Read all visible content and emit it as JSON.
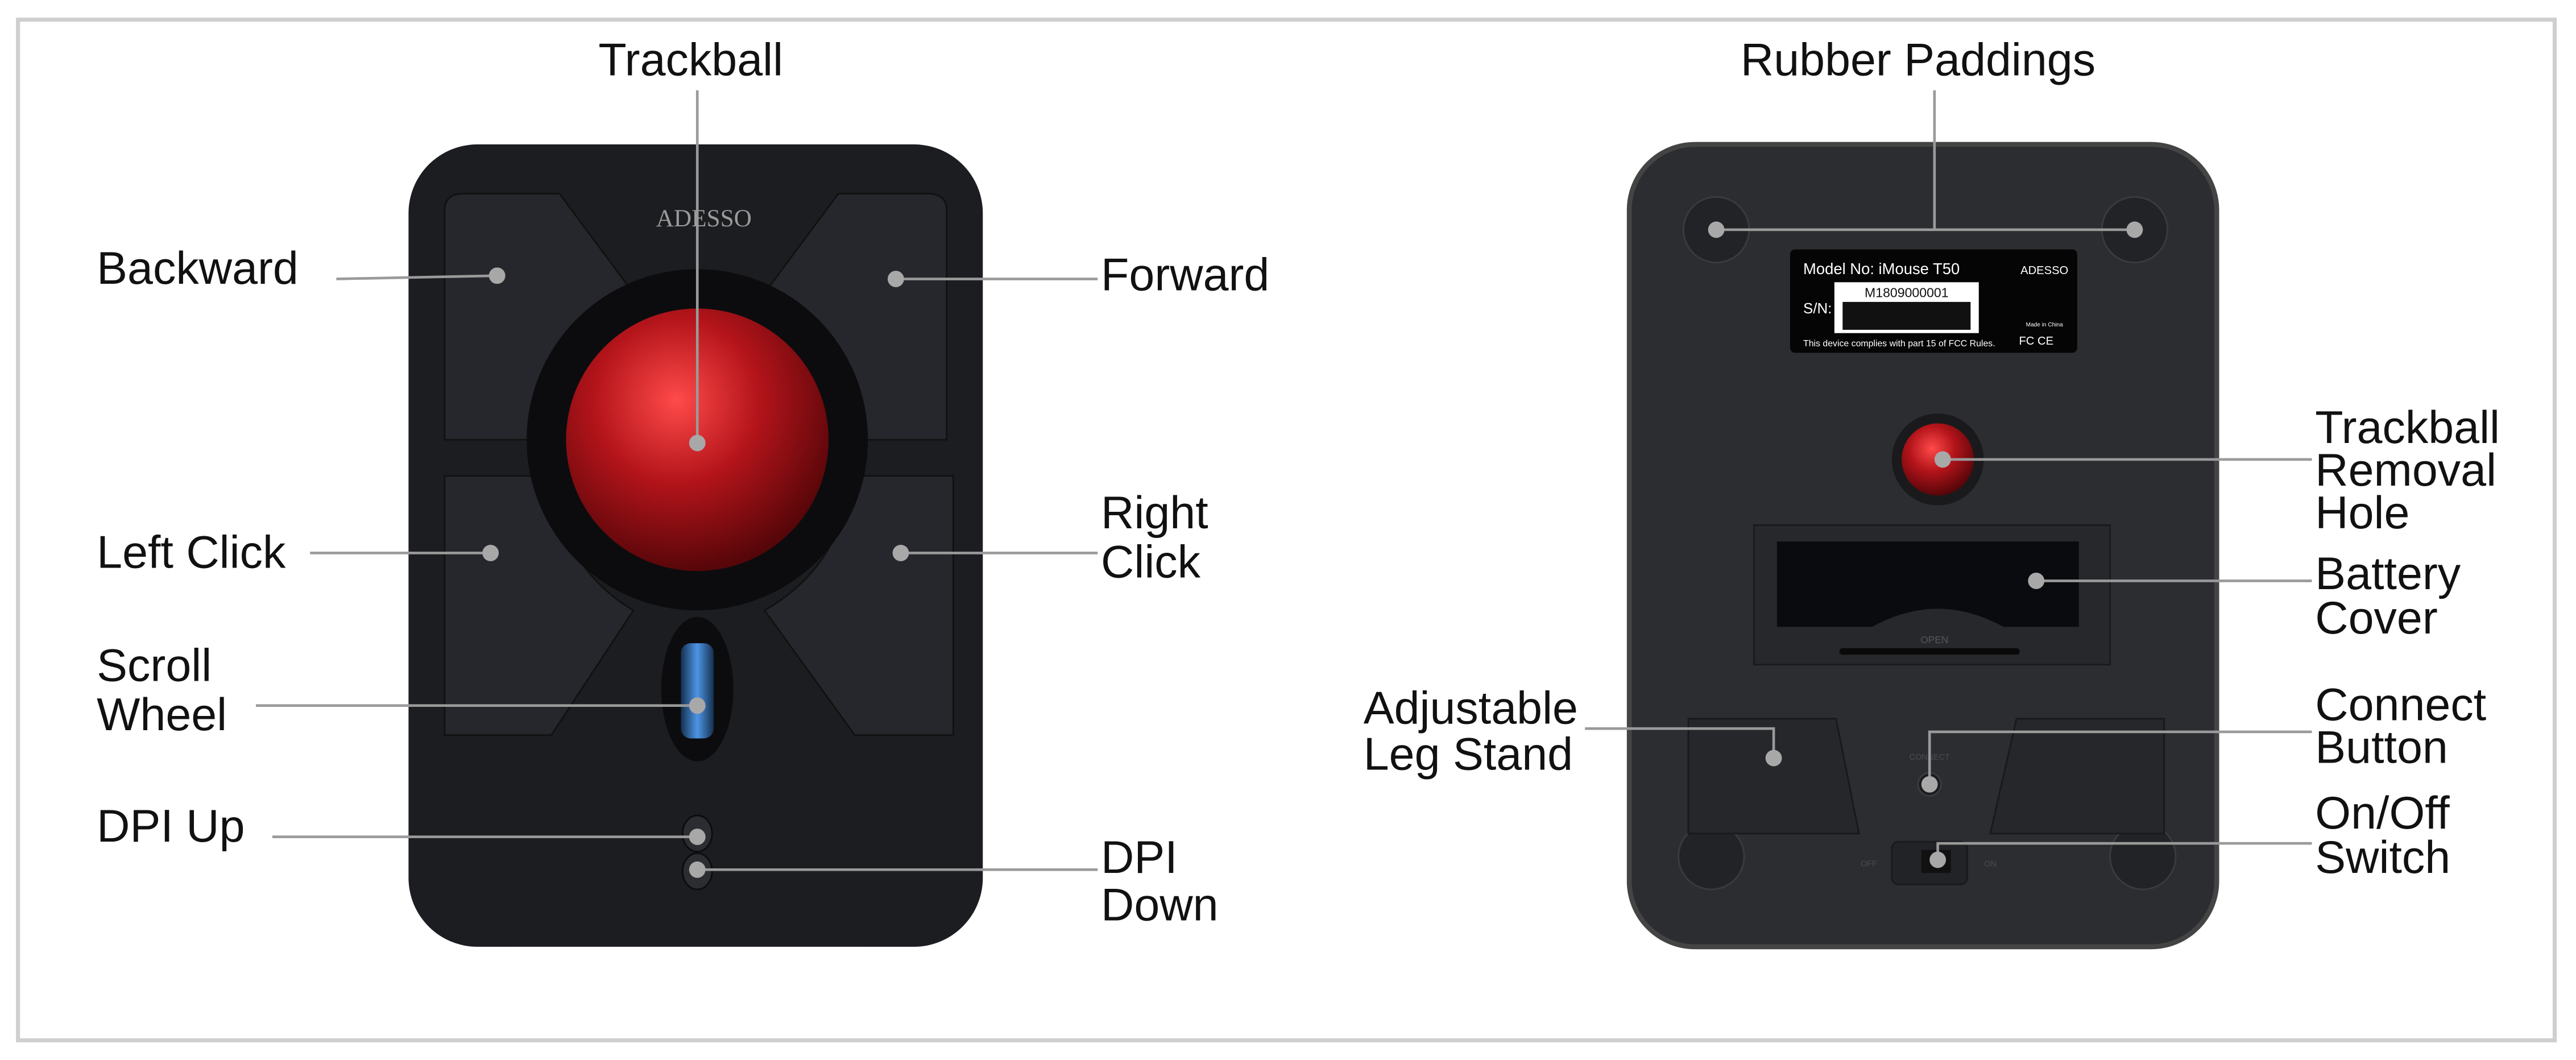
{
  "front": {
    "labels": {
      "trackball": "Trackball",
      "backward": "Backward",
      "forward": "Forward",
      "left_click": "Left Click",
      "right_click": [
        "Right",
        "Click"
      ],
      "scroll_wheel": [
        "Scroll",
        "Wheel"
      ],
      "dpi_up": "DPI Up",
      "dpi_down": [
        "DPI",
        "Down"
      ]
    },
    "logo": "ADESSO"
  },
  "back": {
    "labels": {
      "rubber_paddings": "Rubber Paddings",
      "trackball_removal_hole": [
        "Trackball",
        "Removal",
        "Hole"
      ],
      "battery_cover": [
        "Battery",
        "Cover"
      ],
      "adjustable_leg_stand": [
        "Adjustable",
        "Leg Stand"
      ],
      "connect_button": [
        "Connect",
        "Button"
      ],
      "on_off_switch": [
        "On/Off",
        "Switch"
      ]
    },
    "sticker": {
      "model": "Model No: iMouse T50",
      "sn_label": "S/N:",
      "serial": "M1809000001",
      "compliance": "This device complies with part 15 of FCC Rules.",
      "made_in": "Made in China",
      "marks": "FC CE",
      "logo": "ADESSO"
    },
    "engraved": {
      "open": "OPEN",
      "connect": "CONNECT",
      "off": "OFF",
      "on": "ON"
    }
  },
  "colors": {
    "body_front": "#1c1d21",
    "body_back": "#2b2d31",
    "trackball": "#b3141a",
    "scroll_wheel": "#3a7fd0"
  }
}
